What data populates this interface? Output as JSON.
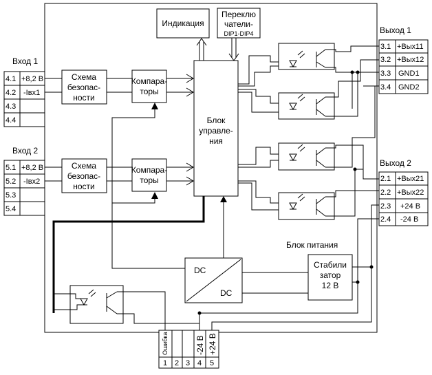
{
  "inputs": {
    "in1": {
      "title": "Вход 1",
      "rows": [
        {
          "num": "4.1",
          "label": "+8,2 В"
        },
        {
          "num": "4.2",
          "label": "-Iвх1"
        },
        {
          "num": "4.3",
          "label": ""
        },
        {
          "num": "4.4",
          "label": ""
        }
      ]
    },
    "in2": {
      "title": "Вход 2",
      "rows": [
        {
          "num": "5.1",
          "label": "+8,2 В"
        },
        {
          "num": "5.2",
          "label": "-Iвх2"
        },
        {
          "num": "5.3",
          "label": ""
        },
        {
          "num": "5.4",
          "label": ""
        }
      ]
    }
  },
  "outputs": {
    "out1": {
      "title": "Выход 1",
      "rows": [
        {
          "num": "3.1",
          "label": "+Вых11"
        },
        {
          "num": "3.2",
          "label": "+Вых12"
        },
        {
          "num": "3.3",
          "label": "GND1"
        },
        {
          "num": "3.4",
          "label": "GND2"
        }
      ]
    },
    "out2": {
      "title": "Выход 2",
      "rows": [
        {
          "num": "2.1",
          "label": "+Вых21"
        },
        {
          "num": "2.2",
          "label": "+Вых22"
        },
        {
          "num": "2.3",
          "label": "+24 В"
        },
        {
          "num": "2.4",
          "label": "-24 В"
        }
      ]
    }
  },
  "blocks": {
    "protection_line1": "Схема",
    "protection_line2": "безопас-",
    "protection_line3": "ности",
    "comparator_line1": "Компара-",
    "comparator_line2": "торы",
    "indication": "Индикация",
    "switches_line1": "Переклю",
    "switches_line2": "чатели-",
    "switches_line3": "DIP1-DIP4",
    "control_line1": "Блок",
    "control_line2": "управле-",
    "control_line3": "ния",
    "power_supply_label": "Блок питания",
    "stabilizer_line1": "Стабили",
    "stabilizer_line2": "затор",
    "stabilizer_line3": "12 В",
    "dc_top": "DC",
    "dc_bottom": "DC"
  },
  "bottom_connector": {
    "pins": [
      {
        "num": "1",
        "label": "Ошибка"
      },
      {
        "num": "2",
        "label": ""
      },
      {
        "num": "3",
        "label": ""
      },
      {
        "num": "4",
        "label": "-24 В"
      },
      {
        "num": "5",
        "label": "+24 В"
      }
    ]
  }
}
